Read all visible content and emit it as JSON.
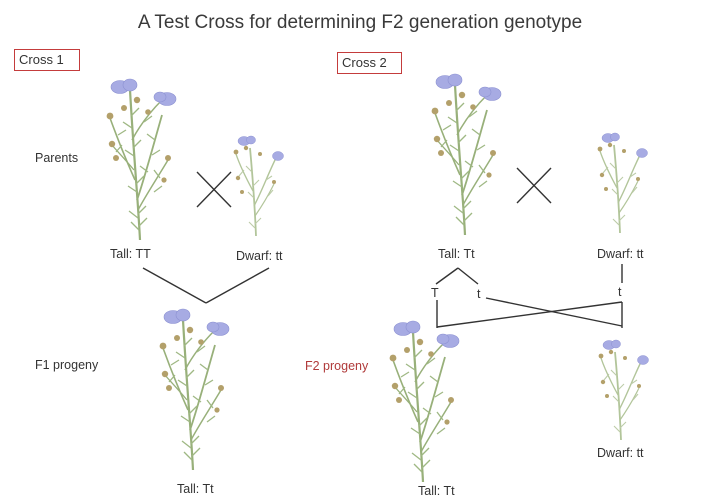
{
  "title": "A Test Cross for determining F2 generation genotype",
  "cross1": {
    "label": "Cross 1",
    "parents_label": "Parents",
    "tall_label": "Tall: TT",
    "dwarf_label": "Dwarf: tt",
    "f1_label": "F1 progeny",
    "f1_plant_label": "Tall: Tt"
  },
  "cross2": {
    "label": "Cross 2",
    "tall_label": "Tall: Tt",
    "dwarf_label": "Dwarf: tt",
    "allele_T": "T",
    "allele_t_left": "t",
    "allele_t_right": "t",
    "f2_label": "F2 progeny",
    "f2_tall_label": "Tall: Tt",
    "f2_dwarf_label": "Dwarf: tt"
  },
  "colors": {
    "title_red_box": "#c43c3c",
    "tall_stem": "#98b07a",
    "dwarf_stem": "#b2c59a",
    "flower": "#a7abe3",
    "bud": "#b3a06a",
    "f2_label": "#b03a3a"
  }
}
